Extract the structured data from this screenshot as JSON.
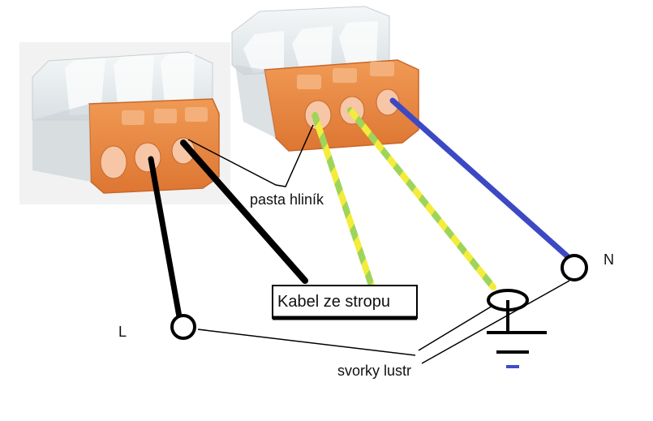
{
  "labels": {
    "paste": "pasta hliník",
    "cable": "Kabel ze stropu",
    "terminals": "svorky lustr",
    "live": "L",
    "neutral": "N"
  },
  "colors": {
    "connector_orange": "#ea8a45",
    "connector_dark": "#c8672a",
    "housing_clear": "#e8eef0",
    "wire_black": "#000000",
    "wire_blue": "#3d48c4",
    "wire_ground_yellow": "#f3ec3a",
    "wire_ground_green": "#9fd45a",
    "ground_bar_blue": "#3e4ccc"
  },
  "icons": [
    "terminal-ring-icon",
    "ground-symbol-icon"
  ]
}
